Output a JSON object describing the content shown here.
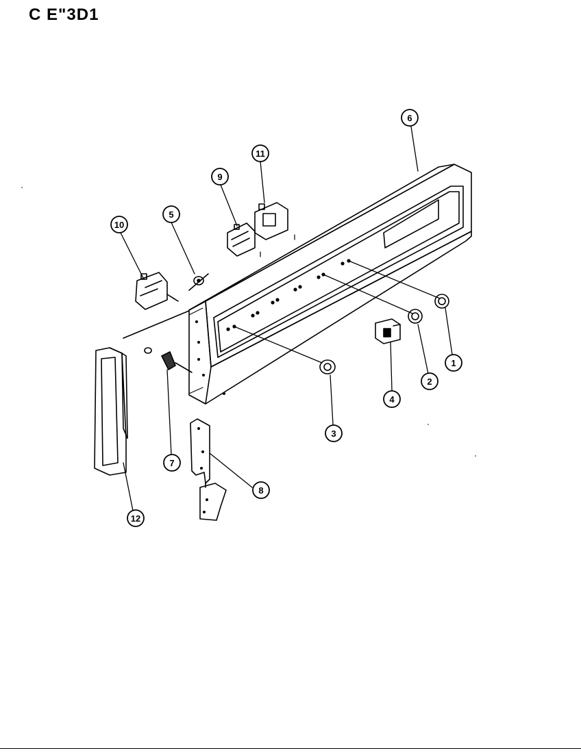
{
  "page": {
    "header_code": "C  E\"3D1"
  },
  "diagram": {
    "callouts": [
      {
        "id": 1,
        "label": "1"
      },
      {
        "id": 2,
        "label": "2"
      },
      {
        "id": 3,
        "label": "3"
      },
      {
        "id": 4,
        "label": "4"
      },
      {
        "id": 5,
        "label": "5"
      },
      {
        "id": 6,
        "label": "6"
      },
      {
        "id": 7,
        "label": "7"
      },
      {
        "id": 8,
        "label": "8"
      },
      {
        "id": 9,
        "label": "9"
      },
      {
        "id": 10,
        "label": "10"
      },
      {
        "id": 11,
        "label": "11"
      },
      {
        "id": 12,
        "label": "12"
      }
    ]
  }
}
